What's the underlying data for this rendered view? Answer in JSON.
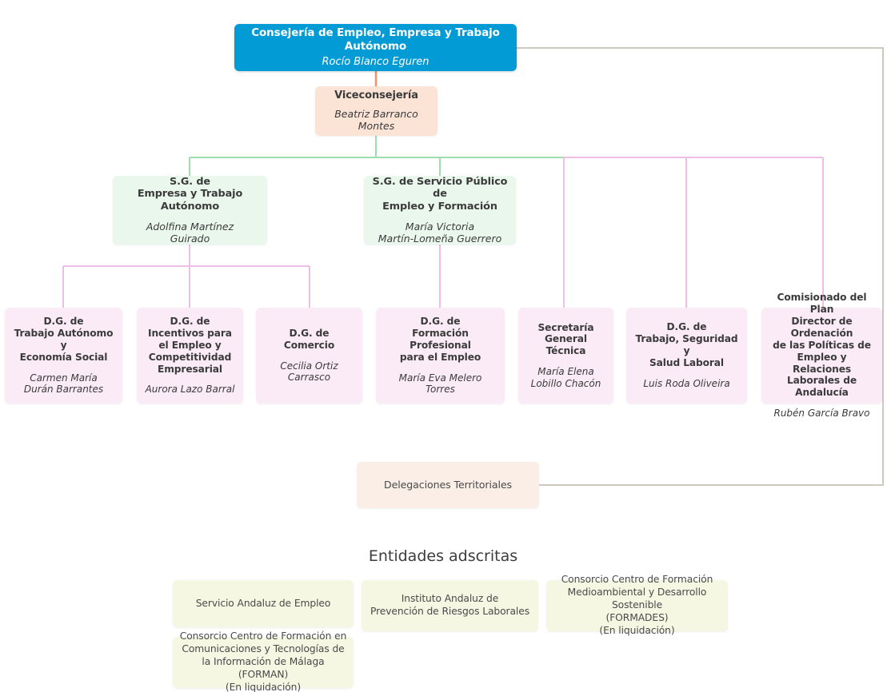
{
  "chart_title": "Organigrama Consejería de Empleo, Empresa y Trabajo Autónomo",
  "colors": {
    "root_bg": "#039BD5",
    "root_text": "#FFFFFF",
    "vice_bg": "#FBE3D6",
    "sg_bg": "#EAF7EC",
    "dg_bg": "#FBEBF7",
    "deleg_bg": "#FBEEE6",
    "entity_bg": "#F5F7E3",
    "wire_orange": "#F0936A",
    "wire_green": "#9FDCAE",
    "wire_pink": "#EDBEE7",
    "wire_tan": "#CFC8C0"
  },
  "root": {
    "title": "Consejería de Empleo, Empresa y Trabajo Autónomo",
    "person": "Rocío Blanco Eguren"
  },
  "vice": {
    "title": "Viceconsejería",
    "person": "Beatriz Barranco Montes"
  },
  "secretarias_generales": [
    {
      "title": "S.G. de\nEmpresa y Trabajo Autónomo",
      "person": "Adolfina Martínez\nGuirado"
    },
    {
      "title": "S.G. de Servicio Público de\nEmpleo y Formación",
      "person": "María Victoria\nMartín-Lomeña Guerrero"
    }
  ],
  "direcciones_generales": [
    {
      "title": "D.G. de\nTrabajo Autónomo y\nEconomía Social",
      "person": "Carmen María\nDurán Barrantes"
    },
    {
      "title": "D.G. de\nIncentivos para\nel Empleo y\nCompetitividad\nEmpresarial",
      "person": "Aurora Lazo Barral"
    },
    {
      "title": "D.G. de\nComercio",
      "person": "Cecilia Ortiz\nCarrasco"
    },
    {
      "title": "D.G. de\nFormación Profesional\npara el Empleo",
      "person": "María Eva Melero\nTorres"
    },
    {
      "title": "Secretaría\nGeneral\nTécnica",
      "person": "María Elena\nLobillo Chacón"
    },
    {
      "title": "D.G. de\nTrabajo, Seguridad y\nSalud Laboral",
      "person": "Luis Roda Oliveira"
    },
    {
      "title": "Comisionado del Plan\nDirector de Ordenación\nde las Políticas de\nEmpleo y Relaciones\nLaborales de Andalucía",
      "person": "Rubén García Bravo"
    }
  ],
  "delegaciones": {
    "title": "Delegaciones Territoriales"
  },
  "entidades_heading": "Entidades adscritas",
  "entidades": [
    {
      "title": "Servicio Andaluz de Empleo"
    },
    {
      "title": "Instituto Andaluz de\nPrevención de Riesgos Laborales"
    },
    {
      "title": "Consorcio Centro de Formación\nMedioambiental y Desarrollo Sostenible\n(FORMADES)\n(En liquidación)"
    },
    {
      "title": "Consorcio Centro de Formación en\nComunicaciones y Tecnologías de\nla Información de Málaga (FORMAN)\n(En liquidación)"
    }
  ]
}
